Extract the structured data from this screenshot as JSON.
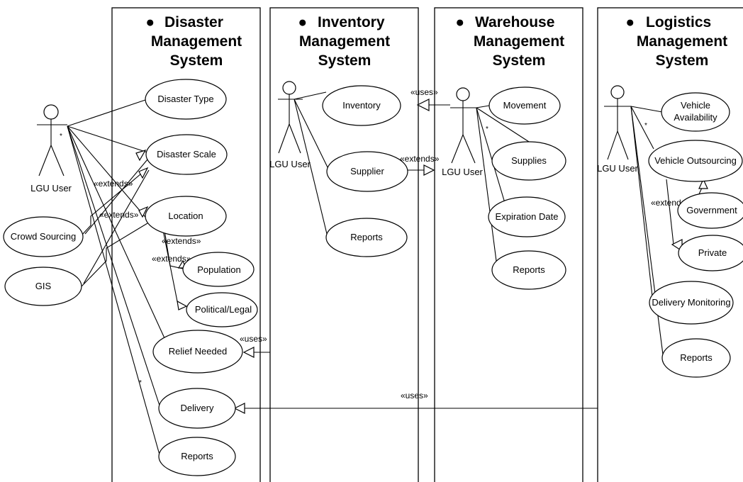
{
  "systems": [
    {
      "id": "dms",
      "title_lines": [
        "Disaster",
        "Management",
        "System"
      ]
    },
    {
      "id": "ims",
      "title_lines": [
        "Inventory",
        "Management",
        "System"
      ]
    },
    {
      "id": "wms",
      "title_lines": [
        "Warehouse",
        "Management",
        "System"
      ]
    },
    {
      "id": "lms",
      "title_lines": [
        "Logistics",
        "Management",
        "System"
      ]
    }
  ],
  "bullet": "●",
  "actor_label": "LGU User",
  "use_cases": {
    "disaster_type": "Disaster Type",
    "disaster_scale": "Disaster Scale",
    "location": "Location",
    "population": "Population",
    "political_legal": "Political/Legal",
    "relief_needed": "Relief Needed",
    "delivery": "Delivery",
    "dms_reports": "Reports",
    "crowd_sourcing": "Crowd Sourcing",
    "gis": "GIS",
    "inventory": "Inventory",
    "supplier": "Supplier",
    "ims_reports": "Reports",
    "movement": "Movement",
    "supplies": "Supplies",
    "expiration_date": "Expiration Date",
    "wms_reports": "Reports",
    "vehicle_availability_1": "Vehicle",
    "vehicle_availability_2": "Availability",
    "vehicle_outsourcing": "Vehicle Outsourcing",
    "government": "Government",
    "private": "Private",
    "delivery_monitoring": "Delivery Monitoring",
    "lms_reports": "Reports"
  },
  "stereotypes": {
    "extends": "«extends»",
    "uses": "«uses»"
  },
  "multiplicity": "*"
}
